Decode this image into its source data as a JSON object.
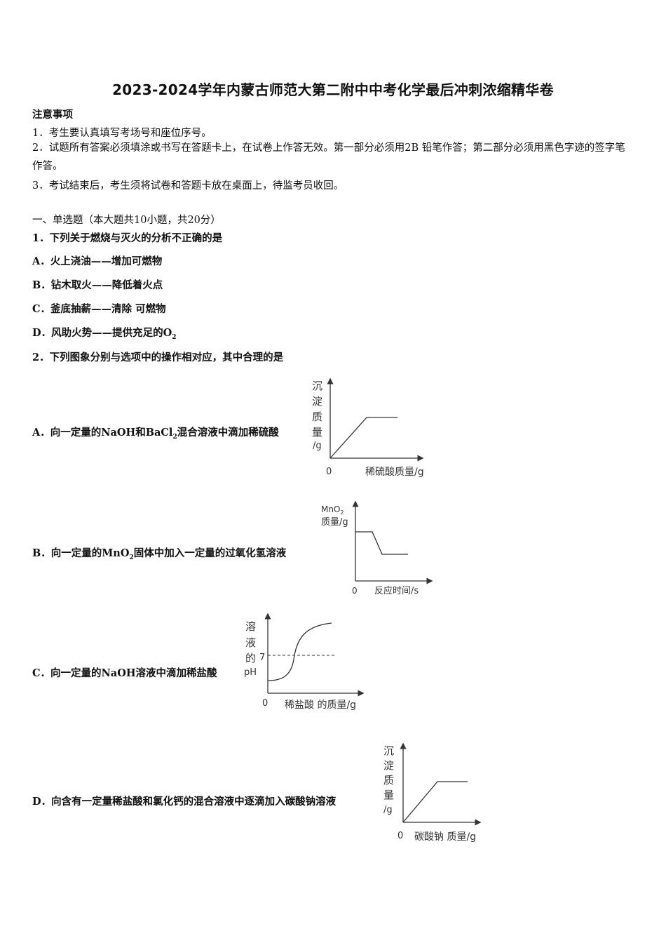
{
  "title": "2023-2024学年内蒙古师范大第二附中中考化学最后冲刺浓缩精华卷",
  "notice": {
    "heading": "注意事项",
    "items": [
      "1．考生要认真填写考场号和座位序号。",
      "2．试题所有答案必须填涂或书写在答题卡上，在试卷上作答无效。第一部分必须用2B 铅笔作答；第二部分必须用黑色字迹的签字笔作答。",
      "3．考试结束后，考生须将试卷和答题卡放在桌面上，待监考员收回。"
    ]
  },
  "section": "一、单选题（本大题共10小题，共20分）",
  "q1": {
    "stem": "1．下列关于燃烧与灭火的分析不正确的是",
    "options": [
      "A．火上浇油——增加可燃物",
      "B．钻木取火——降低着火点",
      "C．釜底抽薪——清除 可燃物"
    ],
    "optD_prefix": "D．风助火势——提供充足的",
    "optD_formula": "O",
    "optD_sub": "2"
  },
  "q2": {
    "stem": "2．下列图象分别与选项中的操作相对应，其中合理的是",
    "A": {
      "pre": "A．向一定量的NaOH和BaCl",
      "sub": "2",
      "post": "混合溶液中滴加稀硫酸"
    },
    "B": {
      "pre": "B．向一定量的MnO",
      "sub": "2",
      "post": "固体中加入一定量的过氧化氢溶液"
    },
    "C": {
      "text": "C．向一定量的NaOH溶液中滴加稀盐酸"
    },
    "D": {
      "text": "D．向含有一定量稀盐酸和氯化钙的混合溶液中逐滴加入碳酸钠溶液"
    }
  },
  "graphs": {
    "A": {
      "y_chars": [
        "沉",
        "淀",
        "质",
        "量"
      ],
      "y_unit": "/g",
      "origin": "0",
      "x_label": "稀硫酸质量/g"
    },
    "B": {
      "y_line1_pre": "MnO",
      "y_line1_sub": "2",
      "y_line2": "质量/g",
      "origin": "0",
      "x_label": "反应时间/s"
    },
    "C": {
      "y_chars": [
        "溶",
        "液",
        "的"
      ],
      "y_ph": "pH",
      "tick": "7",
      "origin": "0",
      "x_label": "稀盐酸 的质量/g"
    },
    "D": {
      "y_chars": [
        "沉",
        "淀",
        "质",
        "量"
      ],
      "y_unit": "/g",
      "origin": "0",
      "x_label": "碳酸钠 质量/g"
    }
  }
}
